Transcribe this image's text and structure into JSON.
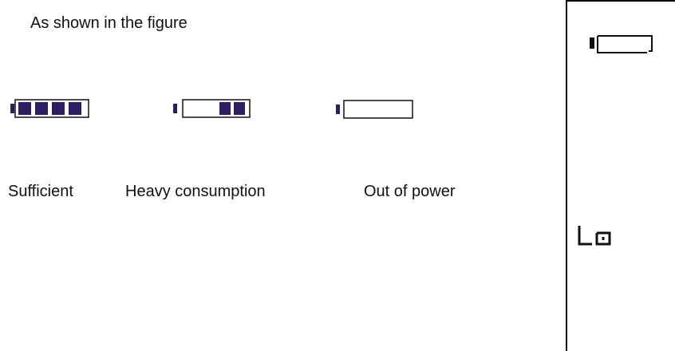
{
  "intro_text": "As shown in the figure",
  "battery_levels": [
    {
      "label": "Sufficient",
      "segments_filled": 4
    },
    {
      "label": "Heavy consumption",
      "segments_filled": 2
    },
    {
      "label": "Out of power",
      "segments_filled": 0
    }
  ],
  "lcd_display": {
    "indicator_segments_filled": 0,
    "readout": "Lo"
  },
  "colors": {
    "segment_fill": "#2f1d63",
    "outline": "#111111"
  }
}
